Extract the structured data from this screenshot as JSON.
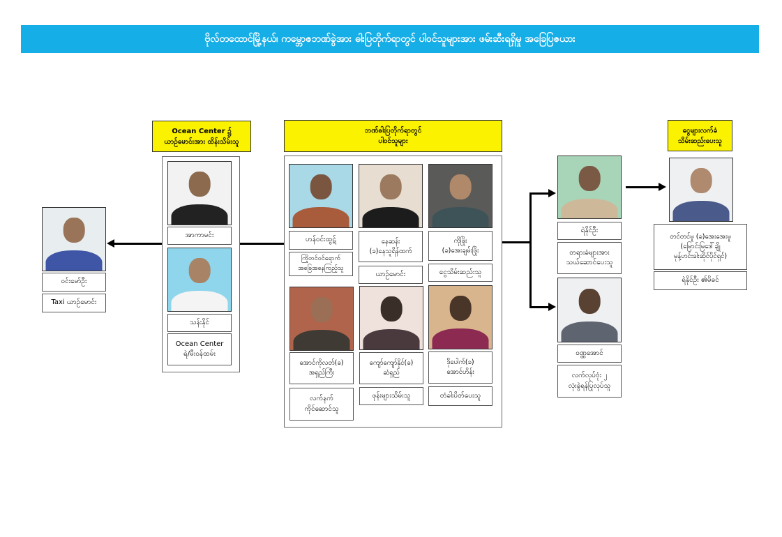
{
  "title": "ဗိုလ်တထောင်မြို့နယ်၊ ကမ္ဘောဇဘဏ်ခွဲအား ဓါးပြတိုက်ရာတွင် ပါဝင်သူများအား ဖမ်းဆီးရရှိမှု အခြေပြဇယား",
  "left_person": {
    "name": "ဝင်းမော်ဦး",
    "role": "Taxi ယာဉ်မောင်း"
  },
  "ocean_group": {
    "header": "Ocean Center ၌\nယာဉ်မောင်းအား ထိန်းသိမ်းသူ",
    "people": [
      {
        "name": "အာကာမင်း"
      },
      {
        "name": "သန်းနိုင်",
        "role": "Ocean Center\nရဲ/မီးဝန်ထမ်း"
      }
    ]
  },
  "robbers": {
    "header": "ဘဏ်ဓါးပြတိုက်ရာတွင်\nပါဝင်သူများ",
    "people": [
      {
        "name": "ဟန်ဝင်းထွဋ်",
        "role": "ကြိုတင်ဝင်ရောက်\nအခြေအနေကြည့်သူ"
      },
      {
        "name": "နေဆန်း\n(ခ)နေသူရိန်ထက်",
        "role": "ယာဉ်မောင်း"
      },
      {
        "name": "ကိုဖြိုး\n(ခ)အေးချမ်းဖြိုး",
        "role": "ငွေသိမ်းဆည်းသူ"
      },
      {
        "name": "အောင်ကိုလတ်(ခ)\nအရှည်ကြီး",
        "role": "လက်နက်\nကိုင်ဆောင်သူ"
      },
      {
        "name": "ကျော်ကျော်နိုင်(ခ)\nဆံရှည်",
        "role": "ဖုန်းများသိမ်းသူ"
      },
      {
        "name": "ဒိုပေါက်(ခ)\nအောင်ဟိန်း",
        "role": "တံခါးပိတ်ပေးသူ"
      }
    ]
  },
  "right_people": [
    {
      "name": "ရဲနိုင်ဦး",
      "role": "တရားခံများအား\nသယ်ဆောင်ပေးသူ"
    },
    {
      "name": "ဝဏ္ဏအောင်",
      "role": "လက်လုပ်ဗုံး ၂\nလုံးခွဲရန်ပြုလုပ်သူ"
    }
  ],
  "money_keeper": {
    "header": "ငွေများလက်ခံ\nသိမ်းဆည်းပေးသူ",
    "name": "တင်တင်မူ (ခ)အေးအေးမူ\n(မြောင်းမြဒေါ်ချို\nမုန့်ဟင်းခါးဆိုင်ပိုင်ရှင်)",
    "relation": "ရဲနိုင်ဦး ၏မိခင်"
  },
  "colors": {
    "title_bg": "#16aee6",
    "header_bg": "#fbf200"
  }
}
